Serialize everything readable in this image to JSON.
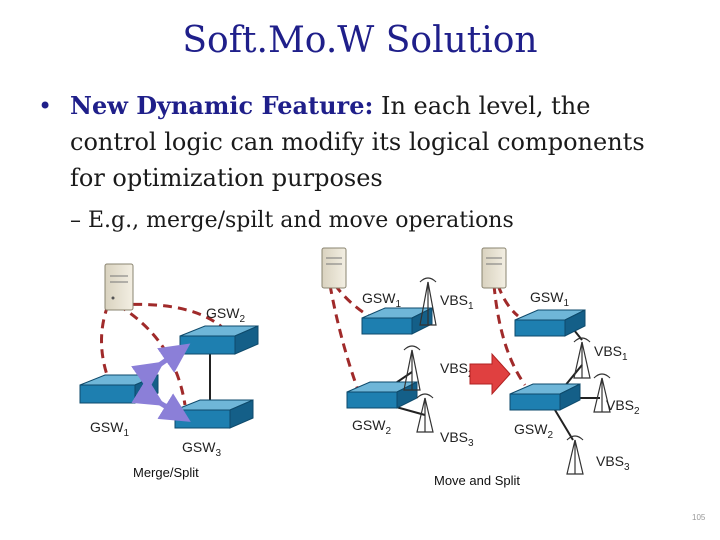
{
  "slide": {
    "title": "Soft.Mo.W Solution",
    "bullet_bold": "New Dynamic Feature:",
    "bullet_text": " In each level, the control logic can modify its logical components  for optimization purposes",
    "sub_bullet": "– E.g., merge/spilt and move operations",
    "page_number": "105"
  },
  "diagram": {
    "left": {
      "caption": "Merge/Split",
      "labels": {
        "gsw2": "GSW",
        "gsw2_sub": "2",
        "gsw1": "GSW",
        "gsw1_sub": "1",
        "gsw3": "GSW",
        "gsw3_sub": "3"
      }
    },
    "middle": {
      "caption": "Move and Split",
      "labels": {
        "gsw1": "GSW",
        "gsw1_sub": "1",
        "gsw2": "GSW",
        "gsw2_sub": "2",
        "vbs1": "VBS",
        "vbs1_sub": "1",
        "vbs2": "VBS",
        "vbs2_sub": "2",
        "vbs3": "VBS",
        "vbs3_sub": "3"
      }
    },
    "right": {
      "labels": {
        "gsw1": "GSW",
        "gsw1_sub": "1",
        "gsw2": "GSW",
        "gsw2_sub": "2",
        "vbs1": "VBS",
        "vbs1_sub": "1",
        "vbs2": "VBS",
        "vbs2_sub": "2",
        "vbs3": "VBS",
        "vbs3_sub": "3"
      }
    },
    "colors": {
      "switch": "#1e7fb0",
      "controller_link": "#a02a2a",
      "merge_arrow": "#8b7fd8",
      "transform_arrow": "#e04040"
    }
  }
}
